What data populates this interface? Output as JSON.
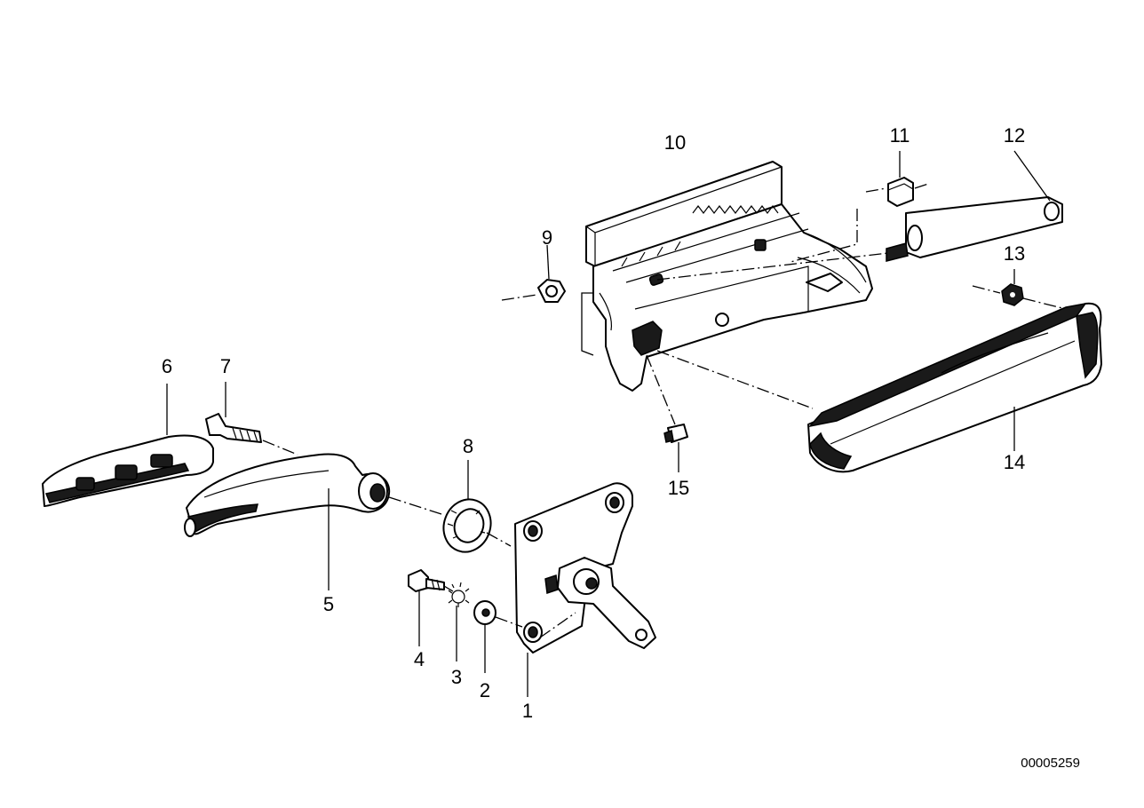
{
  "diagram": {
    "document_id": "00005259",
    "callouts": [
      {
        "id": "1",
        "label": "1"
      },
      {
        "id": "2",
        "label": "2"
      },
      {
        "id": "3",
        "label": "3"
      },
      {
        "id": "4",
        "label": "4"
      },
      {
        "id": "5",
        "label": "5"
      },
      {
        "id": "6",
        "label": "6"
      },
      {
        "id": "7",
        "label": "7"
      },
      {
        "id": "8",
        "label": "8"
      },
      {
        "id": "9",
        "label": "9"
      },
      {
        "id": "10",
        "label": "10"
      },
      {
        "id": "11",
        "label": "11"
      },
      {
        "id": "12",
        "label": "12"
      },
      {
        "id": "13",
        "label": "13"
      },
      {
        "id": "14",
        "label": "14"
      },
      {
        "id": "15",
        "label": "15"
      }
    ]
  }
}
